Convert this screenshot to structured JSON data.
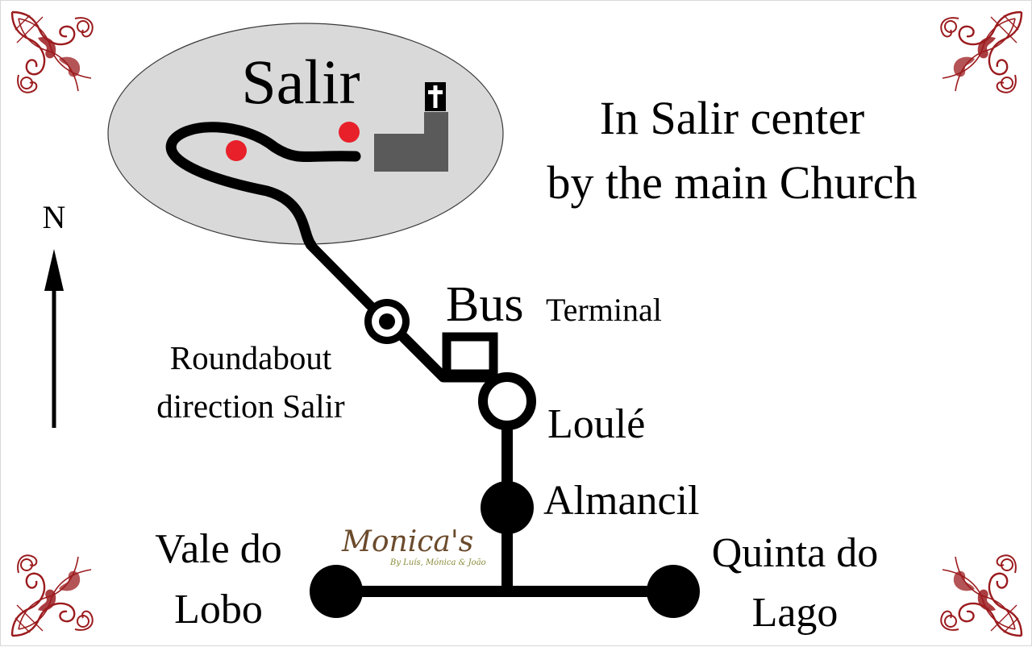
{
  "map": {
    "area_label": "Salir",
    "caption_line1": "In Salir center",
    "caption_line2": "by the main Church",
    "north_label": "N",
    "bus_word": "Bus",
    "terminal_word": "Terminal",
    "roundabout_line1": "Roundabout",
    "roundabout_line2": "direction Salir",
    "loule": "Loulé",
    "almancil": "Almancil",
    "vale_line1": "Vale do",
    "vale_line2": "Lobo",
    "quinta_line1": "Quinta do",
    "quinta_line2": "Lago",
    "logo_name": "Monica's",
    "logo_tagline": "By Luís, Mónica & João"
  },
  "colors": {
    "area_fill": "#d9d9d9",
    "church": "#5a5a5a",
    "marker": "#e8202a",
    "ornament": "#9b1b1e",
    "logo": "#6b4a2b",
    "road": "#000000"
  },
  "icons": {
    "church": "church-icon",
    "cross": "cross-icon",
    "north_arrow": "north-arrow-icon",
    "bus_terminal": "square-outline-icon",
    "roundabout": "roundabout-icon"
  }
}
